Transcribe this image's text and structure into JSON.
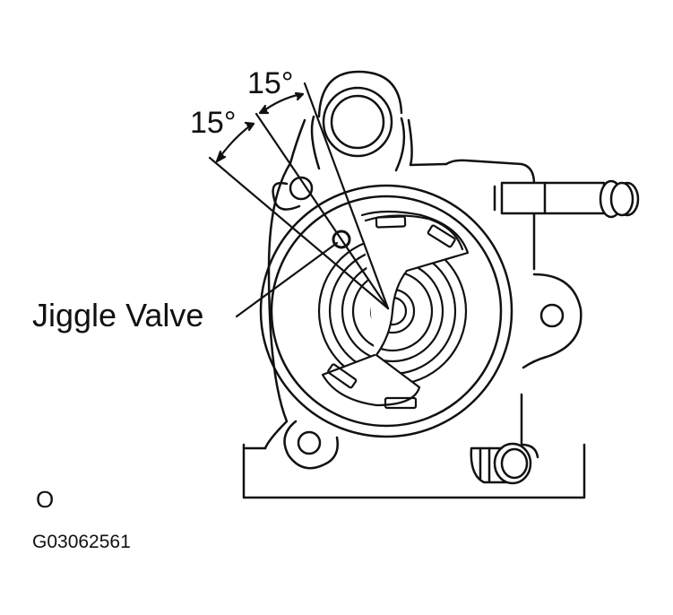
{
  "figure": {
    "angle_labels": [
      "15°",
      "15°"
    ],
    "callout_label": "Jiggle Valve",
    "corner_mark": "O",
    "figure_id": "G03062561",
    "colors": {
      "ink": "#111111",
      "background": "#ffffff"
    }
  }
}
